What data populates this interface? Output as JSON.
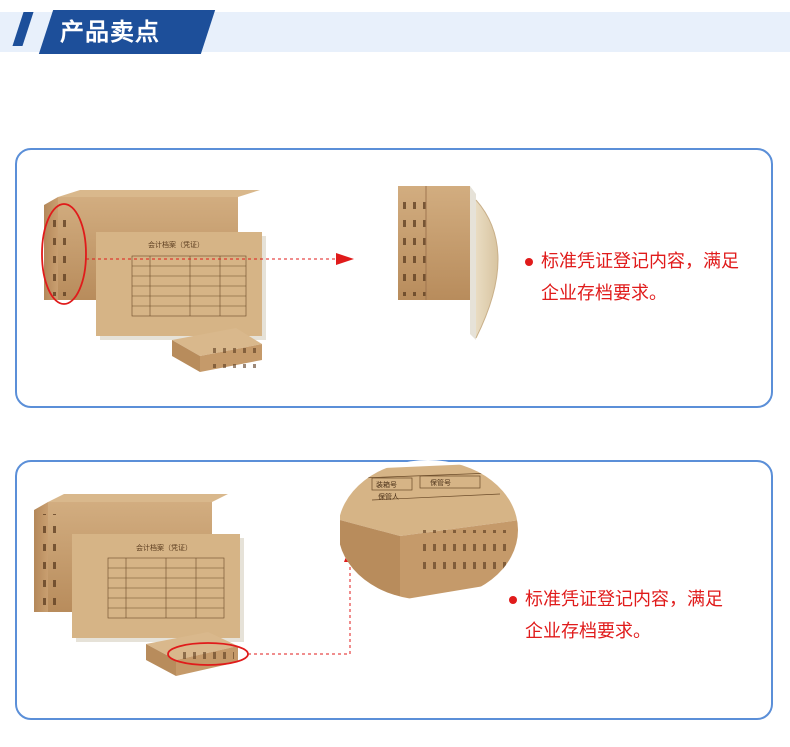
{
  "header": {
    "title": "产品卖点"
  },
  "panel1": {
    "caption_line1": "标准凭证登记内容，满足",
    "caption_line2": "企业存档要求。"
  },
  "panel2": {
    "caption_line1": "标准凭证登记内容，满足",
    "caption_line2": "企业存档要求。"
  },
  "box_label": {
    "title": "会计档案（凭证）",
    "box_no": "装箱号",
    "keeper": "保管人",
    "keeper_no": "保管号"
  },
  "colors": {
    "accent_blue": "#1d4f9a",
    "panel_border": "#5b8fd8",
    "highlight_red": "#e01b1b",
    "kraft": "#c9a274"
  }
}
